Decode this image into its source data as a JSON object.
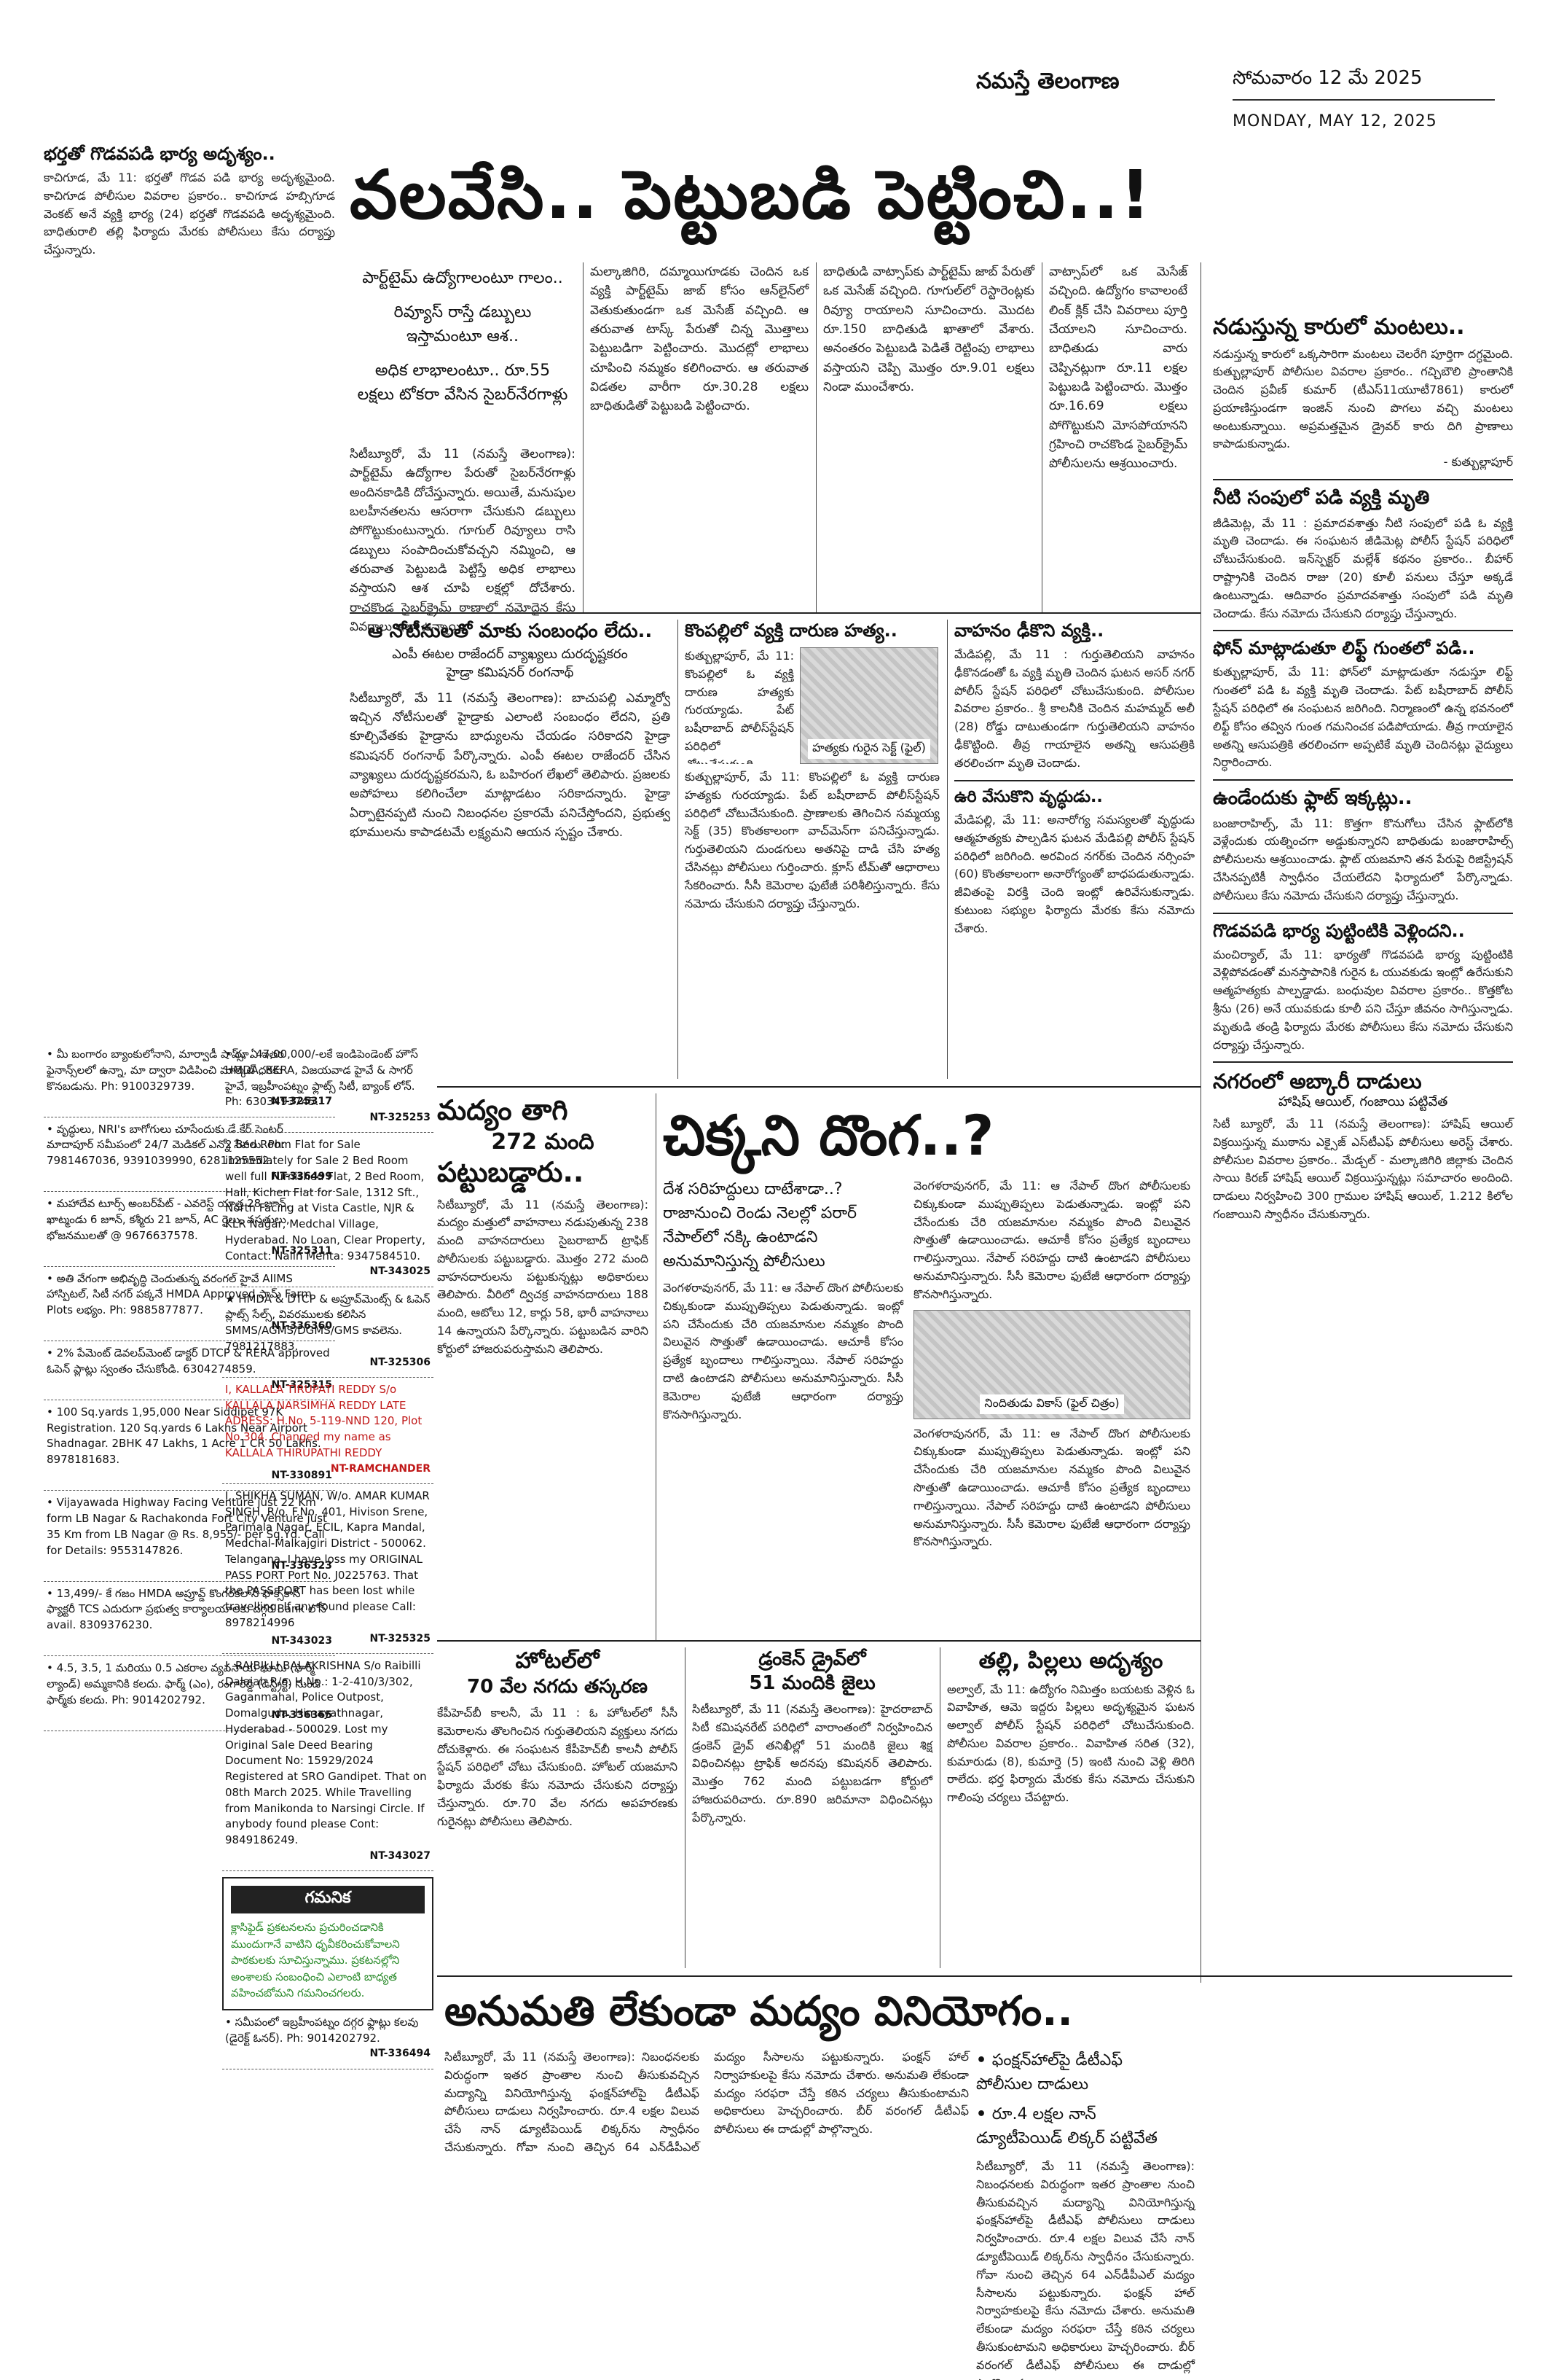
{
  "masthead": {
    "brand": "నమస్తే తెలంగాణ",
    "date_te": "సోమవారం 12 మే 2025",
    "date_en": "MONDAY, MAY 12, 2025"
  },
  "story_wife": {
    "headline": "భర్తతో గొడవపడి భార్య అదృశ్యం..",
    "body": "కాచిగూడ, మే 11: భర్తతో గొడవ పడి భార్య అదృశ్యమైంది. కాచిగూడ పోలీసుల వివరాల ప్రకారం.. కాచిగూడ హబ్సిగూడ వెంకట్ అనే వ్యక్తి భార్య (24) భర్తతో గొడవపడి అదృశ్యమైంది. బాధితురాలి తల్లి ఫిర్యాదు మేరకు పోలీసులు కేసు దర్యాప్తు చేస్తున్నారు."
  },
  "lead": {
    "headline": "వలవేసి.. పెట్టుబడి పెట్టించి..!",
    "kicker1": "పార్ట్‌టైమ్ ఉద్యోగాలంటూ గాలం..",
    "kicker2": "రివ్యూస్ రాస్తే డబ్బులు",
    "kicker3": "ఇస్తామంటూ ఆశ..",
    "kicker4": "అధిక లాభాలంటూ.. రూ.55",
    "kicker5": "లక్షలు టోకరా వేసిన సైబర్‌నేరగాళ్లు",
    "col1": "సిటీబ్యూరో, మే 11 (నమస్తే తెలంగాణ): పార్ట్‌టైమ్ ఉద్యోగాల పేరుతో సైబర్‌నేరగాళ్లు అందినకాడికి దోచేస్తున్నారు. అయితే, మనుషుల బలహీనతలను ఆసరాగా చేసుకుని డబ్బులు పోగొట్టుకుంటున్నారు. గూగుల్ రివ్యూలు రాసి డబ్బులు సంపాదించుకోవచ్చని నమ్మించి, ఆ తరువాత పెట్టుబడి పెట్టిస్తే అధిక లాభాలు వస్తాయని ఆశ చూపి లక్షల్లో దోచేశారు. రాచకొండ సైబర్‌క్రైమ్ ఠాణాలో నమోదైన కేసు వివరాలు ఇలా ఉన్నాయి.",
    "col2": "మల్కాజిగిరి, దమ్మాయిగూడకు చెందిన ఒక వ్యక్తి పార్ట్‌టైమ్ జాబ్ కోసం ఆన్‌లైన్‌లో వెతుకుతుండగా ఒక మెసేజ్ వచ్చింది. ఆ తరువాత టాస్క్ పేరుతో చిన్న మొత్తాలు పెట్టుబడిగా పెట్టించారు. మొదట్లో లాభాలు చూపించి నమ్మకం కలిగించారు. ఆ తరువాత విడతల వారీగా రూ.30.28 లక్షలు బాధితుడితో పెట్టుబడి పెట్టించారు.",
    "col3": "బాధితుడి వాట్సాప్‌కు పార్ట్‌టైమ్ జాబ్ పేరుతో ఒక మెసేజ్ వచ్చింది. గూగుల్‌లో రెస్టారెంట్లకు రివ్యూ రాయాలని సూచించారు. మొదట రూ.150 బాధితుడి ఖాతాలో వేశారు. అనంతరం పెట్టుబడి పెడితే రెట్టింపు లాభాలు వస్తాయని చెప్పి మొత్తం రూ.9.01 లక్షలు నిండా ముంచేశారు.",
    "col4": "వాట్సాప్‌లో ఒక మెసేజ్ వచ్చింది. ఉద్యోగం కావాలంటే లింక్ క్లిక్ చేసి వివరాలు పూర్తి చేయాలని సూచించారు. బాధితుడు వారు చెప్పినట్లుగా రూ.11 లక్షల పెట్టుబడి పెట్టించారు. మొత్తం రూ.16.69 లక్షలు పోగొట్టుకుని మోసపోయానని గ్రహించి రాచకొండ సైబర్‌క్రైమ్ పోలీసులను ఆశ్రయించారు."
  },
  "story_car": {
    "headline": "నడుస్తున్న కారులో మంటలు..",
    "body": "నడుస్తున్న కారులో ఒక్కసారిగా మంటలు చెలరేగి పూర్తిగా దగ్ధమైంది. కుత్బుల్లాపూర్ పోలీసుల వివరాల ప్రకారం.. గచ్చిబౌలి ప్రాంతానికి చెందిన ప్రవీణ్ కుమార్ (టీఎస్11యూటీ7861) కారులో ప్రయాణిస్తుండగా ఇంజిన్ నుంచి పొగలు వచ్చి మంటలు అంటుకున్నాయి. అప్రమత్తమైన డ్రైవర్ కారు దిగి ప్రాణాలు కాపాడుకున్నాడు.",
    "credit": "- కుత్బుల్లాపూర్"
  },
  "story_sump": {
    "headline": "నీటి సంపులో పడి వ్యక్తి మృతి",
    "body": "జీడిమెట్ల, మే 11 : ప్రమాదవశాత్తు నీటి సంపులో పడి ఓ వ్యక్తి మృతి చెందాడు. ఈ సంఘటన జీడిమెట్ల పోలీస్ స్టేషన్ పరిధిలో చోటుచేసుకుంది. ఇన్‌స్పెక్టర్ మల్లేశ్ కథనం ప్రకారం.. బీహార్ రాష్ట్రానికి చెందిన రాజు (20) కూలీ పనులు చేస్తూ అక్కడే ఉంటున్నాడు. ఆదివారం ప్రమాదవశాత్తు సంపులో పడి మృతి చెందాడు. కేసు నమోదు చేసుకుని దర్యాప్తు చేస్తున్నారు."
  },
  "story_phone": {
    "headline": "ఫోన్ మాట్లాడుతూ లిఫ్ట్ గుంతలో పడి..",
    "body": "కుత్బుల్లాపూర్, మే 11: ఫోన్‌లో మాట్లాడుతూ నడుస్తూ లిఫ్ట్ గుంతలో పడి ఓ వ్యక్తి మృతి చెందాడు. పేట్ బషీరాబాద్ పోలీస్ స్టేషన్ పరిధిలో ఈ సంఘటన జరిగింది. నిర్మాణంలో ఉన్న భవనంలో లిఫ్ట్ కోసం తవ్విన గుంత గమనించక పడిపోయాడు. తీవ్ర గాయాలైన అతన్ని ఆసుపత్రికి తరలించగా అప్పటికే మృతి చెందినట్లు వైద్యులు నిర్ధారించారు."
  },
  "story_flat": {
    "headline": "ఉండేందుకు ఫ్లాట్ ఇక్కట్లు..",
    "body": "బంజారాహిల్స్, మే 11: కొత్తగా కొనుగోలు చేసిన ఫ్లాట్‌లోకి వెళ్లేందుకు యత్నించగా అడ్డుకున్నారని బాధితుడు బంజారాహిల్స్ పోలీసులను ఆశ్రయించాడు. ఫ్లాట్ యజమాని తన పేరుపై రిజిస్ట్రేషన్ చేసినప్పటికీ స్వాధీనం చేయలేదని ఫిర్యాదులో పేర్కొన్నాడు. పోలీసులు కేసు నమోదు చేసుకుని దర్యాప్తు చేస్తున్నారు."
  },
  "story_gowda": {
    "headline": "గొడవపడి భార్య పుట్టింటికి వెళ్లిందని..",
    "body": "మంచిర్యాల్, మే 11: భార్యతో గొడవపడి భార్య పుట్టింటికి వెళ్లిపోవడంతో మనస్తాపానికి గురైన ఓ యువకుడు ఇంట్లో ఉరేసుకుని ఆత్మహత్యకు పాల్పడ్డాడు. బంధువుల వివరాల ప్రకారం.. కొత్తకోట శ్రీను (26) అనే యువకుడు కూలీ పని చేస్తూ జీవనం సాగిస్తున్నాడు. మృతుడి తండ్రి ఫిర్యాదు మేరకు పోలీసులు కేసు నమోదు చేసుకుని దర్యాప్తు చేస్తున్నారు."
  },
  "story_excise": {
    "headline": "నగరంలో అబ్కారీ దాడులు",
    "subhead": "హాషిష్ ఆయిల్, గంజాయి పట్టివేత",
    "body": "సిటీ బ్యూరో, మే 11 (నమస్తే తెలంగాణ): హాషిష్ ఆయిల్ విక్రయిస్తున్న ముఠాను ఎక్సైజ్ ఎస్‌టీఎఫ్ పోలీసులు అరెస్ట్ చేశారు. పోలీసుల వివరాల ప్రకారం.. మేడ్చల్ - మల్కాజిగిరి జిల్లాకు చెందిన సాయి కిరణ్ హాషిష్ ఆయిల్ విక్రయిస్తున్నట్లు సమాచారం అందింది. దాడులు నిర్వహించి 300 గ్రాముల హాషిష్ ఆయిల్, 1.212 కిలోల గంజాయిని స్వాధీనం చేసుకున్నారు."
  },
  "story_mla": {
    "headline": "ఆ నోటీసులతో మాకు సంబంధం లేదు..",
    "sub1": "ఎంపీ ఈటల రాజేందర్ వ్యాఖ్యలు దురదృష్టకరం",
    "sub2": "హైడ్రా కమిషనర్ రంగనాథ్",
    "body": "సిటీబ్యూరో, మే 11 (నమస్తే తెలంగాణ): బాచుపల్లి ఎమ్మార్వో ఇచ్చిన నోటీసులతో హైడ్రాకు ఎలాంటి సంబంధం లేదని, ప్రతి కూల్చివేతకు హైడ్రాను బాధ్యులను చేయడం సరికాదని హైడ్రా కమిషనర్ రంగనాథ్ పేర్కొన్నారు. ఎంపీ ఈటల రాజేందర్ చేసిన వ్యాఖ్యలు దురదృష్టకరమని, ఓ బహిరంగ లేఖలో తెలిపారు. ప్రజలకు అపోహలు కలిగించేలా మాట్లాడటం సరికాదన్నారు. హైడ్రా ఏర్పాటైనప్పటి నుంచి నిబంధనల ప్రకారమే పనిచేస్తోందని, ప్రభుత్వ భూములను కాపాడటమే లక్ష్యమని ఆయన స్పష్టం చేశారు."
  },
  "story_murder": {
    "headline": "కొంపల్లిలో వ్యక్తి దారుణ హత్య..",
    "body": "కుత్బుల్లాపూర్, మే 11: కొంపల్లిలో ఓ వ్యక్తి దారుణ హత్యకు గురయ్యాడు. పేట్ బషీరాబాద్ పోలీస్‌స్టేషన్ పరిధిలో చోటుచేసుకుంది. ప్రాణాలకు తెగించిన సమ్మయ్య సెక్ట్ (35) కొంతకాలంగా వాచ్‌మెన్‌గా పనిచేస్తున్నాడు. గుర్తుతెలియని దుండగులు అతనిపై దాడి చేసి హత్య చేసినట్లు పోలీసులు గుర్తించారు. క్లూస్ టీమ్‌తో ఆధారాలు సేకరించారు. సీసీ కెమెరాల ఫుటేజీ పరిశీలిస్తున్నారు. కేసు నమోదు చేసుకుని దర్యాప్తు చేస్తున్నారు.",
    "photo_caption": "హత్యకు గురైన సెక్ట్ (ఫైల్)"
  },
  "story_vehicle": {
    "headline": "వాహనం ఢీకొని వ్యక్తి..",
    "body": "మేడిపల్లి, మే 11 : గుర్తుతెలియని వాహనం ఢీకొనడంతో ఓ వ్యక్తి మృతి చెందిన ఘటన అసర్ నగర్ పోలీస్ స్టేషన్ పరిధిలో చోటుచేసుకుంది. పోలీసుల వివరాల ప్రకారం.. శ్రీ కాలనీకి చెందిన మహమ్మద్ అలీ (28) రోడ్డు దాటుతుండగా గుర్తుతెలియని వాహనం ఢీకొట్టింది. తీవ్ర గాయాలైన అతన్ని ఆసుపత్రికి తరలించగా మృతి చెందాడు."
  },
  "story_hang": {
    "headline": "ఉరి వేసుకొని వృద్ధుడు..",
    "body": "మేడిపల్లి, మే 11: అనారోగ్య సమస్యలతో వృద్ధుడు ఆత్మహత్యకు పాల్పడిన ఘటన మేడిపల్లి పోలీస్ స్టేషన్ పరిధిలో జరిగింది. అరవింద నగర్‌కు చెందిన నర్సింహ (60) కొంతకాలంగా అనారోగ్యంతో బాధపడుతున్నాడు. జీవితంపై విరక్తి చెంది ఇంట్లో ఉరివేసుకున్నాడు. కుటుంబ సభ్యుల ఫిర్యాదు మేరకు కేసు నమోదు చేశారు."
  },
  "story_drunk": {
    "headline_l1": "మద్యం తాగి",
    "headline_l2": "272 మంది",
    "headline_l3": "పట్టుబడ్డారు..",
    "body": "సిటీబ్యూరో, మే 11 (నమస్తే తెలంగాణ): మద్యం మత్తులో వాహనాలు నడుపుతున్న 238 మంది వాహనదారులు సైబరాబాద్ ట్రాఫిక్ పోలీసులకు పట్టుబడ్డారు. మొత్తం 272 మంది వాహనదారులను పట్టుకున్నట్లు అధికారులు తెలిపారు. వీరిలో ద్విచక్ర వాహనదారులు 188 మంది, ఆటోలు 12, కార్లు 58, భారీ వాహనాలు 14 ఉన్నాయని పేర్కొన్నారు. పట్టుబడిన వారిని కోర్టులో హాజరుపరుస్తామని తెలిపారు."
  },
  "story_thief": {
    "headline": "చిక్కని దొంగ..?",
    "kicker1": "దేశ సరిహద్దులు దాటేశాడా..?",
    "kicker2": "రాజానుంచి రెండు నెలల్లో పరార్",
    "kicker3": "నేపాల్‌లో నక్కి ఉంటాడని",
    "kicker4": "అనుమానిస్తున్న పోలీసులు",
    "body": "వెంగళరావునగర్, మే 11: ఆ నేపాల్ దొంగ పోలీసులకు చిక్కుకుండా ముప్పుతిప్పలు పెడుతున్నాడు. ఇంట్లో పని చేసేందుకు చేరి యజమానుల నమ్మకం పొంది విలువైన సొత్తుతో ఉడాయించాడు. ఆచూకీ కోసం ప్రత్యేక బృందాలు గాలిస్తున్నాయి. నేపాల్ సరిహద్దు దాటి ఉంటాడని పోలీసులు అనుమానిస్తున్నారు. సీసీ కెమెరాల ఫుటేజీ ఆధారంగా దర్యాప్తు కొనసాగిస్తున్నారు.",
    "photo_caption": "నిందితుడు వికాస్ (ఫైల్ చిత్రం)"
  },
  "story_hotel": {
    "headline_l1": "హోటల్‌లో",
    "headline_l2": "70 వేల నగదు తస్కరణ",
    "body": "కేపీహెచ్‌బీ కాలనీ, మే 11 : ఓ హోటల్‌లో సీసీ కెమెరాలను తొలగించిన గుర్తుతెలియని వ్యక్తులు నగదు దోచుకెళ్లారు. ఈ సంఘటన కేపీహెచ్‌బీ కాలనీ పోలీస్ స్టేషన్ పరిధిలో చోటు చేసుకుంది. హోటల్ యజమాని ఫిర్యాదు మేరకు కేసు నమోదు చేసుకుని దర్యాప్తు చేస్తున్నారు. రూ.70 వేల నగదు అపహరణకు గురైనట్లు పోలీసులు తెలిపారు."
  },
  "story_dd": {
    "headline_l1": "డ్రంకెన్ డ్రైవ్‌లో",
    "headline_l2": "51 మందికి జైలు",
    "body": "సిటీబ్యూరో, మే 11 (నమస్తే తెలంగాణ): హైదరాబాద్ సిటీ కమిషనరేట్ పరిధిలో వారాంతంలో నిర్వహించిన డ్రంకెన్ డ్రైవ్ తనిఖీల్లో 51 మందికి జైలు శిక్ష విధించినట్లు ట్రాఫిక్ అదనపు కమిషనర్ తెలిపారు. మొత్తం 762 మంది పట్టుబడగా కోర్టులో హాజరుపరిచారు. రూ.890 జరిమానా విధించినట్లు పేర్కొన్నారు."
  },
  "story_family": {
    "headline": "తల్లి, పిల్లలు అదృశ్యం",
    "body": "అల్వాల్, మే 11: ఉద్యోగం నిమిత్తం బయటకు వెళ్లిన ఓ వివాహిత, ఆమె ఇద్దరు పిల్లలు అదృశ్యమైన ఘటన అల్వాల్ పోలీస్ స్టేషన్ పరిధిలో చోటుచేసుకుంది. పోలీసుల వివరాల ప్రకారం.. వివాహిత సరిత (32), కుమారుడు (8), కుమార్తె (5) ఇంటి నుంచి వెళ్లి తిరిగి రాలేదు. భర్త ఫిర్యాదు మేరకు కేసు నమోదు చేసుకుని గాలింపు చర్యలు చేపట్టారు."
  },
  "story_liquor": {
    "headline": "అనుమతి లేకుండా మద్యం వినియోగం..",
    "kicker1": "ఫంక్షన్‌హాల్‌పై డీటీఎఫ్",
    "kicker1b": "పోలీసుల దాడులు",
    "kicker2": "రూ.4 లక్షల నాన్",
    "kicker2b": "డ్యూటీపెయిడ్ లిక్కర్ పట్టివేత",
    "body": "సిటీబ్యూరో, మే 11 (నమస్తే తెలంగాణ): నిబంధనలకు విరుద్ధంగా ఇతర ప్రాంతాల నుంచి తీసుకువచ్చిన మద్యాన్ని వినియోగిస్తున్న ఫంక్షన్‌హాల్‌పై డీటీఎఫ్ పోలీసులు దాడులు నిర్వహించారు. రూ.4 లక్షల విలువ చేసే నాన్ డ్యూటీపెయిడ్ లిక్కర్‌ను స్వాధీనం చేసుకున్నారు. గోవా నుంచి తెచ్చిన 64 ఎన్‌డీపీఎల్ మద్యం సీసాలను పట్టుకున్నారు. ఫంక్షన్ హాల్ నిర్వాహకులపై కేసు నమోదు చేశారు. అనుమతి లేకుండా మద్యం సరఫరా చేస్తే కఠిన చర్యలు తీసుకుంటామని అధికారులు హెచ్చరించారు. బీర్ వరంగల్ డీటీఎఫ్ పోలీసులు ఈ దాడుల్లో పాల్గొన్నారు."
  },
  "ads": [
    {
      "text": "• రూ. 47,00,000/-లకే ఇండిపెండెంట్ హౌస్ HMDA, RERA, విజయవాడ హైవే & సాగర్ హైవే, ఇబ్రహీంపట్నం ఫ్లాట్స్ సిటీ, బ్యాంక్ లోన్. Ph: 6303493745.",
      "code": "NT-325253"
    },
    {
      "text": "• మీ బంగారం బ్యాంకులోనాని, మార్వాడీ షాప్స్, ఏ ఇతర ఫైనాన్స్‌లలో ఉన్నా, మా ద్వారా విడిపించి మార్కెట్ ధరకు కొనబడును. Ph: 9100329739.",
      "code": "NT-325317"
    },
    {
      "text": "2 Bed Room Flat for Sale immediately for Sale 2 Bed Room well full Furnished Flat, 2 Bed Room, Hall, Kichen Flat for Sale, 1312 Sft., North Facing at Vista Castle, NJR & KLR Nagar, Medchal Village, Hyderabad. No Loan, Clear Property, Contact: Nalin Mehta: 9347584510.",
      "code": "NT-343025"
    },
    {
      "text": "• వృద్ధులు, NRI's బాగోగులు చూసేందుకు డే కేర్ సెంటర్ మాదాపూర్ సమీపంలో 24/7 మెడికల్ ఎన్నో సేవలు. Ph: 7981467036, 9391039990, 6281125552.",
      "code": "NT-336499"
    },
    {
      "text": "• మహాదేవ టూర్స్ అంబర్‌పేట్ - ఎవరెస్ట్ యాత్ర 28 జూన్, ఖాట్మండు 6 జూన్, కశ్మీరు 21 జూన్, AC రైలు, వసతులు, భోజనములతో @ 9676637578.",
      "code": "NT-325311"
    },
    {
      "text": "★ HMDA & DTCP & అప్రూవ్‌మెంట్స్ & ఓపెన్ ప్లాట్స్ సేల్స్, వివరములకు కలిసిన SMMS/AGMS/DGMS/GMS కావలెను. 7981217883.",
      "code": "NT-325306"
    },
    {
      "text": "• అతి వేగంగా అభివృద్ధి చెందుతున్న వరంగల్ హైవే AIIMS హాస్పిటల్, సిటీ నగర్ పక్కనే HMDA Approved ఫామ్ Farm Plots లభ్యం. Ph: 9885877877.",
      "code": "NT-336360"
    },
    {
      "text": "I, KALLALA TIRUPATI REDDY S/o KALLALA NARSIMHA REDDY LATE ADRESS: H.No. 5-119-NND 120, Plot No 304. Changed my name as KALLALA THIRUPATHI REDDY",
      "code": "NT-RAMCHANDER"
    },
    {
      "text": "• 2% పేమెంట్ డెవలప్‌మెంట్ డాక్టర్ DTCP & RERA approved ఓపెన్ ప్లాట్లు స్వంతం చేసుకోండి. 6304274859.",
      "code": "NT-325315"
    },
    {
      "text": "I, SHIKHA SUMAN, W/o. AMAR KUMAR SINGH, R/o. F.No. 401, Hivison Srene, Parimala Nagar, ECIL, Kapra Mandal, Medchal-Malkajgiri District - 500062. Telangana. I have loss my ORIGINAL PASS PORT Port No. J0225763. That the PASS PORT has been lost while travelling. If any found please Call: 8978214996",
      "code": "NT-325325"
    },
    {
      "text": "• 100 Sq.yards 1,95,000 Near Siddipet 97K Registration. 120 Sq.yards 6 Lakhs Near Airport Shadnagar. 2BHK 47 Lakhs, 1 Acre 1 CR 50 Lakhs. 8978181683.",
      "code": "NT-330891"
    },
    {
      "text": "I, RAIBILLI BALAKRISHNA S/o Raibilli Dalaiah R/o. H.No.: 1-2-410/3/302, Gaganmahal, Police Outpost, Domalguda, Himayathnagar, Hyderabad - 500029. Lost my Original Sale Deed Bearing Document No: 15929/2024 Registered at SRO Gandipet. That on 08th March 2025. While Travelling from Manikonda to Narsingi Circle. If anybody found please Cont: 9849186249.",
      "code": "NT-343027"
    },
    {
      "text": "• Vijayawada Highway Facing Venture just 22 Km form LB Nagar & Rachakonda Fort City Venture just 35 Km from LB Nagar @ Rs. 8,955/- per Sq.Yd. Call for Details: 9553147826.",
      "code": "NT-336323"
    },
    {
      "text": "• 13,499/- కే గజం HMDA అప్రూవ్డ్ కొంగరకలాన్ ఫాక్స్‌కాన్ ఫ్యాక్టరీ TCS ఎదురుగా ప్రభుత్వ కార్యాలయాలకు దగ్గర Bank లోన్ avail. 8309376230.",
      "code": "NT-343023"
    },
    {
      "text": "• 4.5, 3.5, 1 మరియు 0.5 ఎకరాల వ్యవసాయ భూమి (ఫార్మ్ ల్యాండ్) అమ్మకానికి కలదు. ఫార్మ్ (ఎం), రంగారెడ్డి (డిస్ట్రిక్ట్) నుండి ఫార్మ్‌కు కలదు. Ph: 9014202792.",
      "code": "NT-336365"
    },
    {
      "text": "• సమీపంలో ఇబ్రహీంపట్నం దగ్గర ఫ్లాట్లు కలవు (డైరెక్ట్ ఓనర్). Ph: 9014202792.",
      "code": "NT-336494"
    }
  ],
  "notice": {
    "title": "గమనిక",
    "text": "క్లాసిఫైడ్ ప్రకటనలను ప్రచురించడానికి ముందుగానే వాటిని ధృవీకరించుకోవాలని పాఠకులకు సూచిస్తున్నాము. ప్రకటనల్లోని అంశాలకు సంబంధించి ఎలాంటి బాధ్యత వహించబోమని గమనించగలరు."
  }
}
